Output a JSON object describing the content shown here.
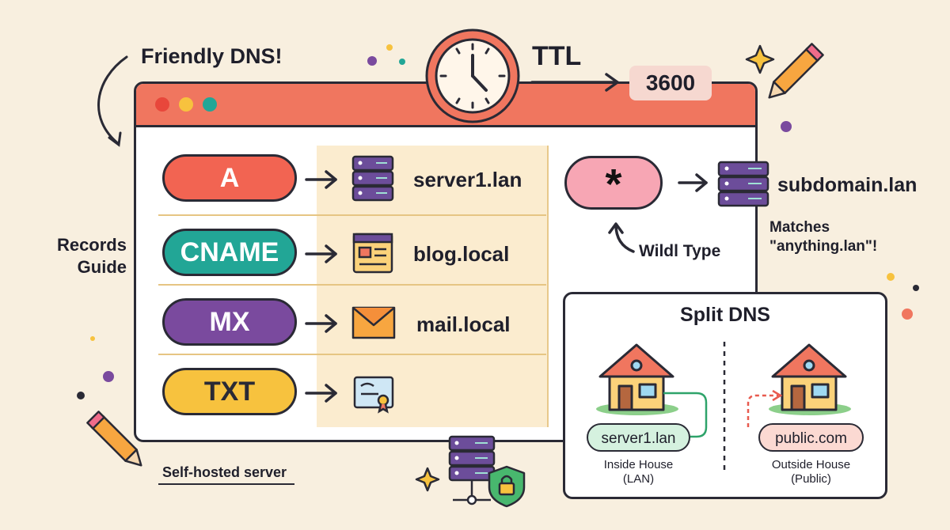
{
  "title": "Friendly DNS!",
  "ttl": {
    "label": "TTL",
    "value": "3600"
  },
  "records_guide": {
    "line1": "Records",
    "line2": "Guide"
  },
  "records": [
    {
      "type": "A",
      "color": "#f26452",
      "target": "server1.lan",
      "icon": "server-icon"
    },
    {
      "type": "CNAME",
      "color": "#22a696",
      "target": "blog.local",
      "icon": "webpage-icon"
    },
    {
      "type": "MX",
      "color": "#7a4a9e",
      "target": "mail.local",
      "icon": "envelope-icon"
    },
    {
      "type": "TXT",
      "color": "#f7c23e",
      "target": "",
      "icon": "certificate-icon"
    }
  ],
  "wildcard": {
    "symbol": "*",
    "label": "Wildl Type",
    "target": "subdomain.lan",
    "note_line1": "Matches",
    "note_line2": "\"anything.lan\"!"
  },
  "split_dns": {
    "title": "Split DNS",
    "inside": {
      "domain": "server1.lan",
      "caption_line1": "Inside House",
      "caption_line2": "(LAN)",
      "color": "#2ea36a"
    },
    "outside": {
      "domain": "public.com",
      "caption_line1": "Outside House",
      "caption_line2": "(Public)",
      "color": "#e85a4f"
    }
  },
  "self_hosted": "Self-hosted server",
  "colors": {
    "accent": "#f0765f",
    "purple": "#6c4d9a",
    "panel": "#fbeccf"
  }
}
